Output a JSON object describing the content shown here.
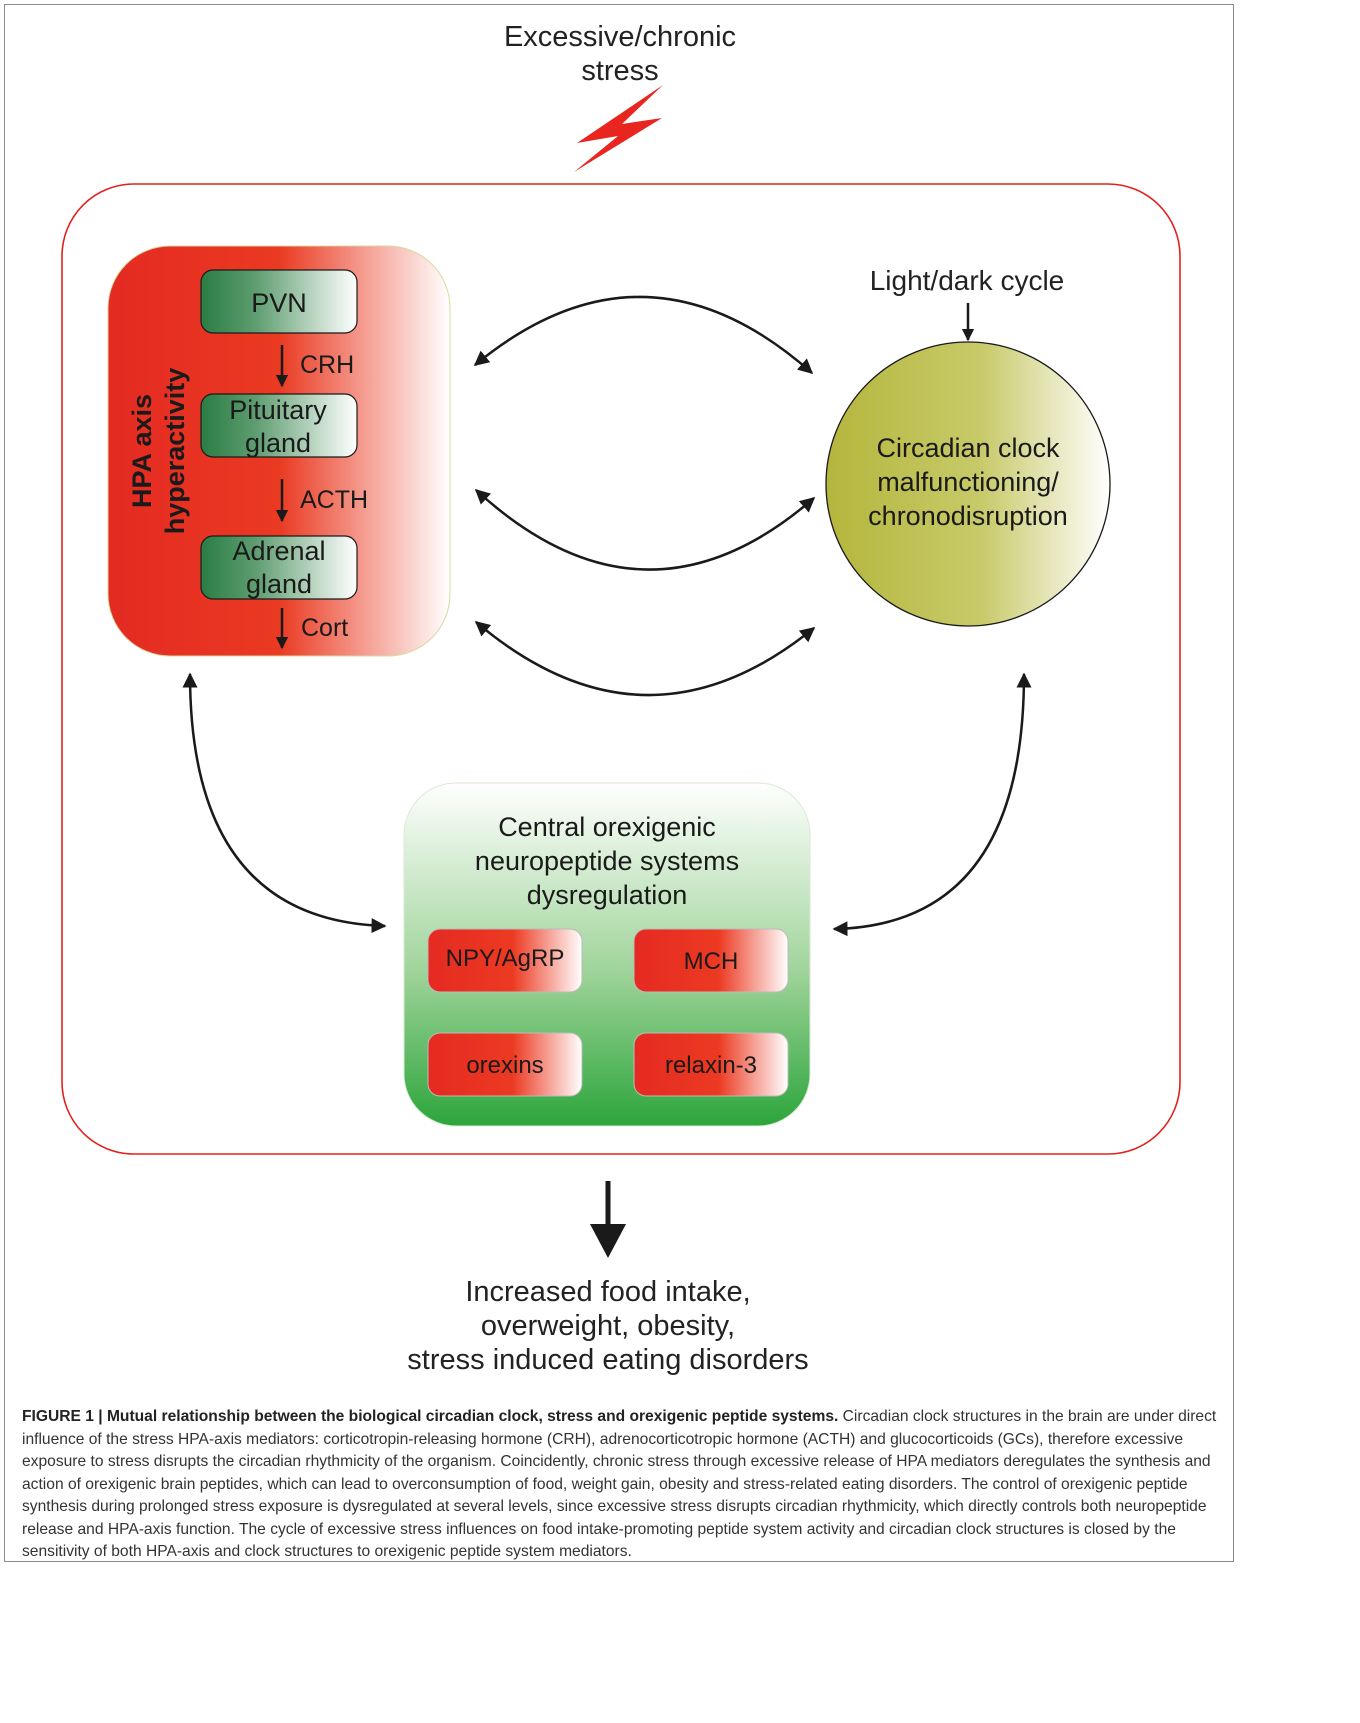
{
  "diagram": {
    "stress_title": [
      "Excessive/chronic",
      "stress"
    ],
    "hpa": {
      "side_label": [
        "HPA axis",
        "hyperactivity"
      ],
      "nodes": {
        "pvn": "PVN",
        "pituitary": [
          "Pituitary",
          "gland"
        ],
        "adrenal": [
          "Adrenal",
          "gland"
        ]
      },
      "hormones": {
        "crh": "CRH",
        "acth": "ACTH",
        "cort": "Cort"
      }
    },
    "light_dark": "Light/dark cycle",
    "clock": [
      "Circadian clock",
      "malfunctioning/",
      "chronodisruption"
    ],
    "orexigenic": {
      "title": [
        "Central orexigenic",
        "neuropeptide systems",
        "dysregulation"
      ],
      "peptides": {
        "npy": "NPY/AgRP",
        "mch": "MCH",
        "orexins": "orexins",
        "relaxin": "relaxin-3"
      }
    },
    "outcome": [
      "Increased food intake,",
      "overweight, obesity,",
      "stress induced eating disorders"
    ]
  },
  "caption": {
    "title": "FIGURE 1 | Mutual relationship between the biological circadian clock, stress and orexigenic peptide systems.",
    "body": "Circadian clock structures in the brain are under direct influence of the stress HPA-axis mediators: corticotropin-releasing hormone (CRH), adrenocorticotropic hormone (ACTH) and glucocorticoids (GCs), therefore excessive exposure to stress disrupts the circadian rhythmicity of the organism. Coincidently, chronic stress through excessive release of HPA mediators deregulates the synthesis and action of orexigenic brain peptides, which can lead to overconsumption of food, weight gain, obesity and stress-related eating disorders. The control of orexigenic peptide synthesis during prolonged stress exposure is dysregulated at several levels, since excessive stress disrupts circadian rhythmicity, which directly controls both neuropeptide release and HPA-axis function. The cycle of excessive stress influences on food intake-promoting peptide system activity and circadian clock structures is closed by the sensitivity of both HPA-axis and clock structures to orexigenic peptide system mediators."
  },
  "colors": {
    "red": "#e8261f",
    "green": "#2f8a46",
    "olive": "#b5b83e",
    "frame_red": "#e0221b"
  }
}
